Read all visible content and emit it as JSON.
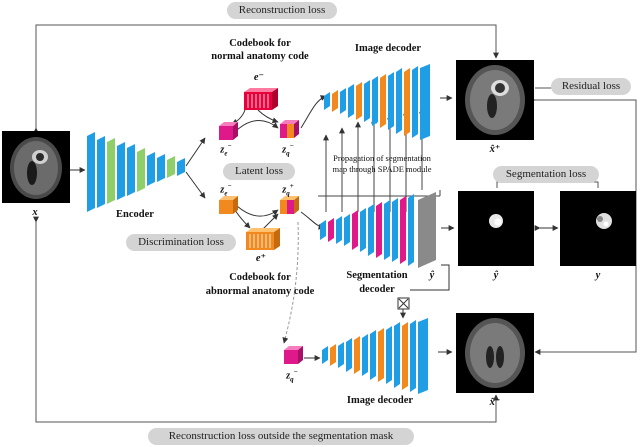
{
  "losses": {
    "reconstruction": "Reconstruction loss",
    "residual": "Residual loss",
    "latent": "Latent loss",
    "discrimination": "Discrimination loss",
    "segmentation": "Segmentation loss",
    "reconstruction_outside": "Reconstruction loss outside the segmentation mask"
  },
  "labels": {
    "codebook_normal_1": "Codebook for",
    "codebook_normal_2": "normal anatomy code",
    "codebook_abnormal_1": "Codebook for",
    "codebook_abnormal_2": "abnormal anatomy code",
    "image_decoder_top": "Image decoder",
    "image_decoder_bottom": "Image decoder",
    "encoder": "Encoder",
    "segmentation_decoder_1": "Segmentation",
    "segmentation_decoder_2": "decoder",
    "spade_1": "Propagation of segmentation",
    "spade_2": "map through SPADE module"
  },
  "symbols": {
    "x": "x",
    "x_hat_plus": "x̂⁺",
    "x_hat_minus": "x̂⁻",
    "y_hat_left": "ŷ",
    "y_hat": "ŷ",
    "y": "y",
    "e_minus": "e⁻",
    "e_plus": "e⁺",
    "z_e_minus_top": "z",
    "z_q_minus_top": "z",
    "z_e_minus_mid": "z",
    "z_q_plus_mid": "z",
    "z_q_minus_bottom": "z"
  },
  "colors": {
    "layer_blue": "#1f9ee6",
    "layer_green": "#8fcf6a",
    "layer_orange": "#f2891e",
    "layer_magenta": "#e0198a",
    "layer_gray": "#8a8a8a",
    "codebook_red": "#e8003c",
    "pill_gray": "#d4d4d4"
  }
}
